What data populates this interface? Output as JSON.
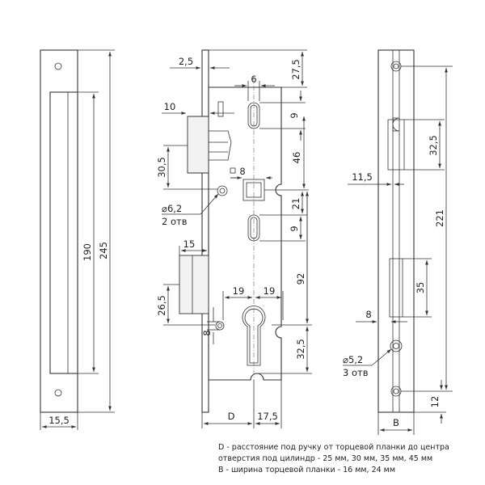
{
  "dimensions": {
    "faceplate_width": "15,5",
    "faceplate_length": "245",
    "faceplate_inner": "190",
    "faceplate_offset": "2,5",
    "top_to_hole": "27,5",
    "slot_width": "6",
    "latch_width": "10",
    "slot_height_1": "9",
    "latch_to_follower": "46",
    "latch_height": "30,5",
    "follower_square": "8",
    "follower_to_slot": "21",
    "slot_height_2": "9",
    "mount_hole": "6,2",
    "mount_hole_count": "2 отв",
    "bolt_width": "15",
    "follower_to_cylinder": "92",
    "bolt_height": "26,5",
    "cyl_left": "19",
    "cyl_right": "19",
    "cyl_hole": "8",
    "cyl_bottom": "32,5",
    "backset": "D",
    "body_right": "17,5",
    "strike_top": "32,5",
    "strike_offset": "11,5",
    "strike_total": "221",
    "strike_bolt": "35",
    "strike_edge": "8",
    "strike_hole": "5,2",
    "strike_hole_count": "3 отв",
    "strike_bottom": "12",
    "strike_width": "B"
  },
  "notes": {
    "line1": "D - расстояние под ручку от торцевой планки до центра",
    "line2": "отверстия под цилиндр - 25 мм, 30 мм, 35 мм, 45 мм",
    "line3": "B - ширина торцевой планки - 16 мм, 24 мм"
  }
}
